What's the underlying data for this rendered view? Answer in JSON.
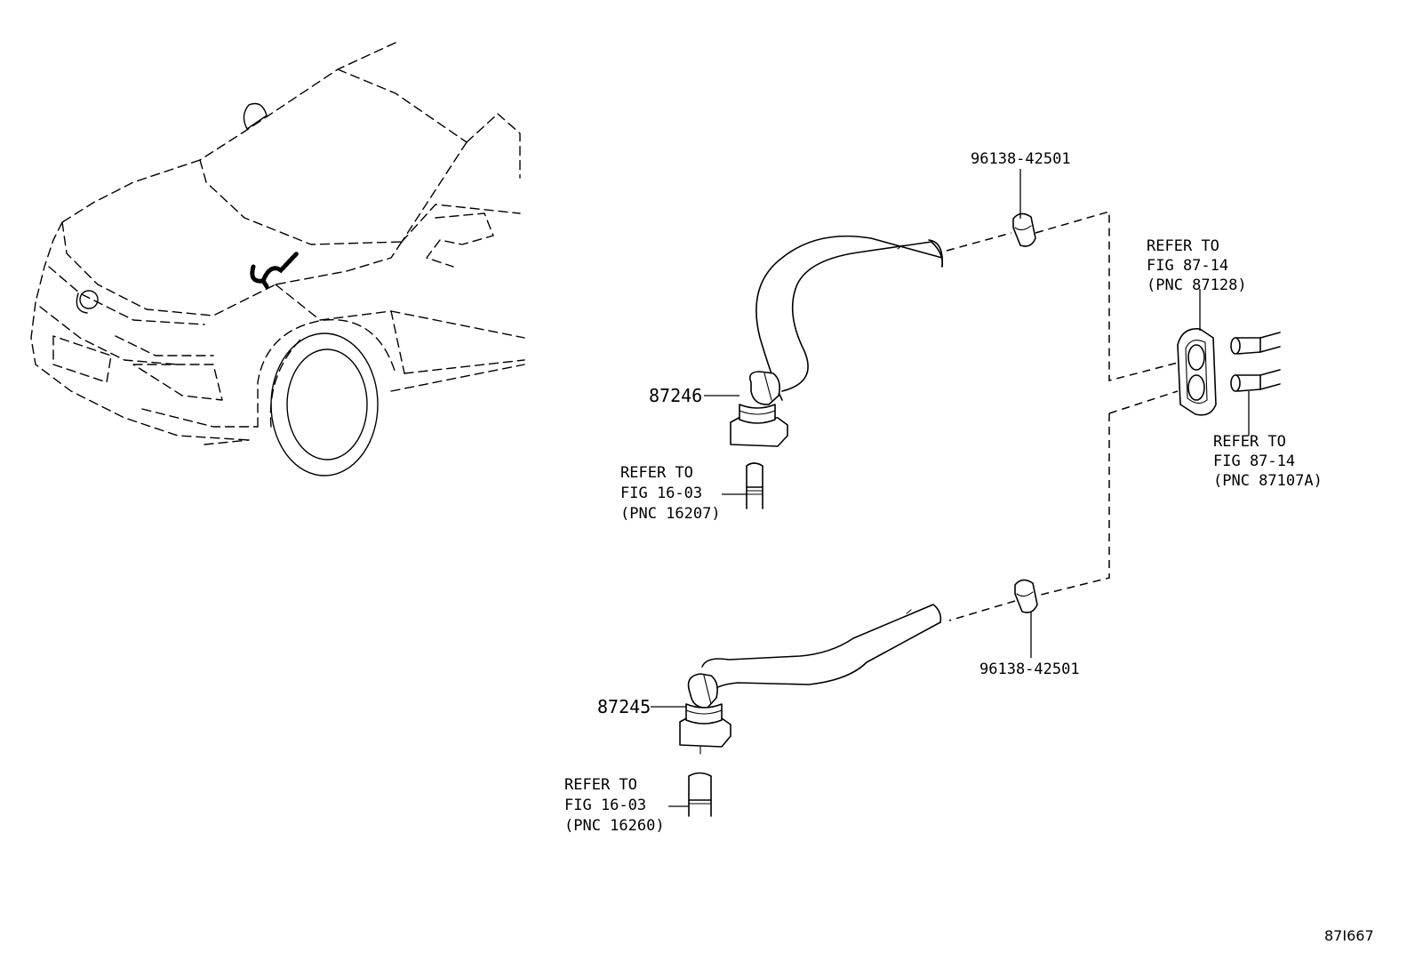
{
  "labels": {
    "hose_upper_part": "87246",
    "hose_lower_part": "87245",
    "clamp_upper_part": "96138-42501",
    "clamp_lower_part": "96138-42501",
    "ref_upper_left": [
      "REFER TO",
      "FIG 16-03",
      "(PNC 16207)"
    ],
    "ref_lower_left": [
      "REFER TO",
      "FIG 16-03",
      "(PNC 16260)"
    ],
    "ref_grommet": [
      "REFER TO",
      "FIG 87-14",
      "(PNC 87128)"
    ],
    "ref_pipes": [
      "REFER TO",
      "FIG 87-14",
      "(PNC 87107A)"
    ],
    "figure_id": "87I667"
  }
}
